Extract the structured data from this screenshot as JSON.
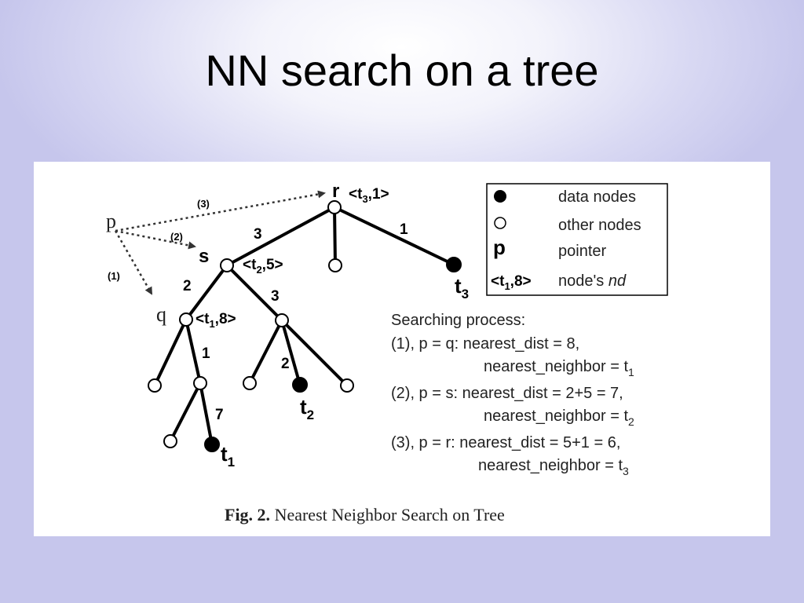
{
  "slide": {
    "title": "NN search on a tree"
  },
  "tree": {
    "nodes": {
      "r": "r",
      "s": "s",
      "q": "q",
      "p": "p",
      "t1": "t",
      "t1_sub": "1",
      "t2": "t",
      "t2_sub": "2",
      "t3": "t",
      "t3_sub": "3"
    },
    "nd_labels": {
      "r": {
        "pre": "<t",
        "sub": "3",
        "post": ",1>"
      },
      "s": {
        "pre": "<t",
        "sub": "2",
        "post": ",5>"
      },
      "q": {
        "pre": "<t",
        "sub": "1",
        "post": ",8>"
      }
    },
    "edge_weights": {
      "r_s": "3",
      "r_t3": "1",
      "s_q": "2",
      "s_b": "3",
      "q_c": "1",
      "b_t2": "2",
      "c_t1": "7"
    },
    "pointer_steps": [
      "(1)",
      "(2)",
      "(3)"
    ]
  },
  "legend": {
    "items": [
      {
        "symbol": "filled-circle",
        "label": "data nodes"
      },
      {
        "symbol": "empty-circle",
        "label": "other nodes"
      },
      {
        "symbol": "p",
        "label": "pointer"
      },
      {
        "symbol": "nd",
        "symbol_pre": "<t",
        "symbol_sub": "1",
        "symbol_post": ",8>",
        "label": "node's ",
        "label_italic": "nd"
      }
    ]
  },
  "process": {
    "heading": "Searching process:",
    "steps": [
      {
        "line1": "(1), p = q: nearest_dist = 8,",
        "line2": "nearest_neighbor = t",
        "sub": "1"
      },
      {
        "line1": "(2), p = s: nearest_dist = 2+5 = 7,",
        "line2": "nearest_neighbor = t",
        "sub": "2"
      },
      {
        "line1": "(3), p = r: nearest_dist = 5+1 = 6,",
        "line2": "nearest_neighbor = t",
        "sub": "3"
      }
    ]
  },
  "caption": {
    "prefix": "Fig. 2.",
    "text": "Nearest Neighbor Search on Tree"
  }
}
